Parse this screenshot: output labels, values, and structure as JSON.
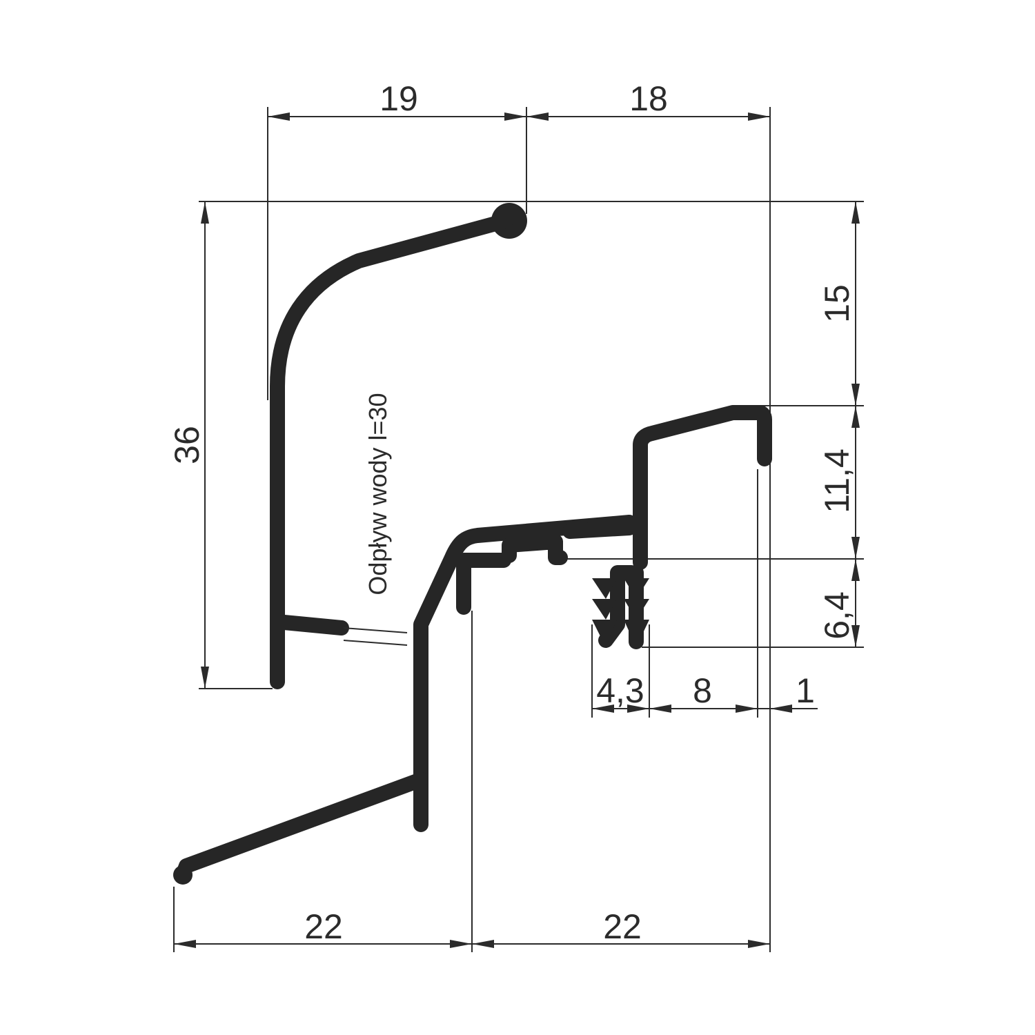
{
  "dimensions": {
    "top_left_width": "19",
    "top_right_width": "18",
    "left_height": "36",
    "right_top_height": "15",
    "right_mid_height": "11,4",
    "right_low_height": "6,4",
    "teeth_width": "4,3",
    "teeth_to_edge": "8",
    "edge_offset": "1",
    "bottom_left_width": "22",
    "bottom_right_width": "22"
  },
  "annotations": {
    "water_drain": "Odpływ wody l=30"
  },
  "colors": {
    "profile": "#262626",
    "lines": "#2b2b2b",
    "background": "#ffffff"
  }
}
